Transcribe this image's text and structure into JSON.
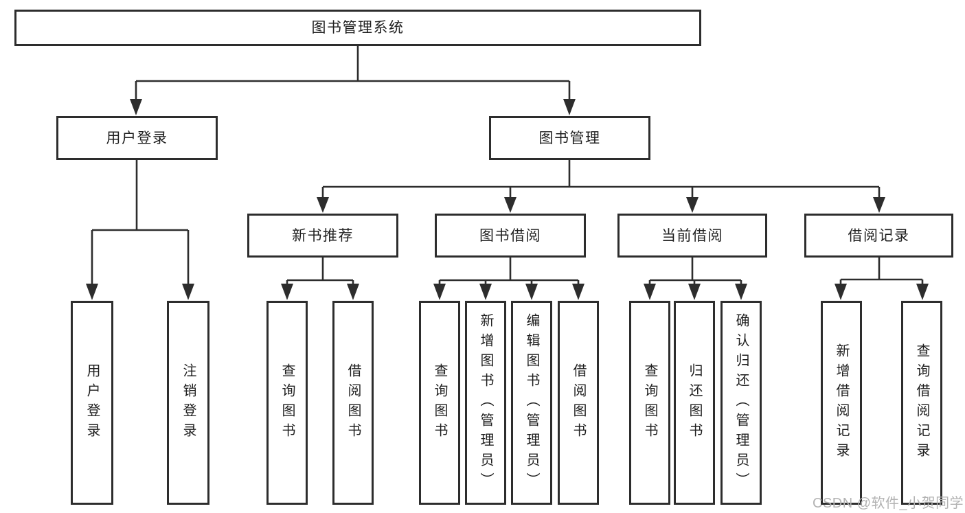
{
  "diagram": {
    "root": {
      "label": "图书管理系统"
    },
    "level2": {
      "user_login": {
        "label": "用户登录",
        "children": {
          "login": "用户登录",
          "logout": "注销登录"
        }
      },
      "book_mgmt": {
        "label": "图书管理"
      }
    },
    "level3": {
      "new_books": {
        "label": "新书推荐",
        "children": {
          "query": "查询图书",
          "borrow": "借阅图书"
        }
      },
      "book_borrow": {
        "label": "图书借阅",
        "children": {
          "query": "查询图书",
          "add": "新增图书（管理员）",
          "edit": "编辑图书（管理员）",
          "borrow": "借阅图书"
        }
      },
      "current_borrow": {
        "label": "当前借阅",
        "children": {
          "query": "查询图书",
          "return": "归还图书",
          "confirm": "确认归还（管理员）"
        }
      },
      "borrow_records": {
        "label": "借阅记录",
        "children": {
          "add": "新增借阅记录",
          "query": "查询借阅记录"
        }
      }
    }
  },
  "watermark": {
    "text": "CSDN @软件_小贺同学"
  },
  "colors": {
    "line": "#2d2d2d",
    "text": "#1f1f1f",
    "watermark_gray": "#b3b3b3",
    "background": "#ffffff"
  }
}
